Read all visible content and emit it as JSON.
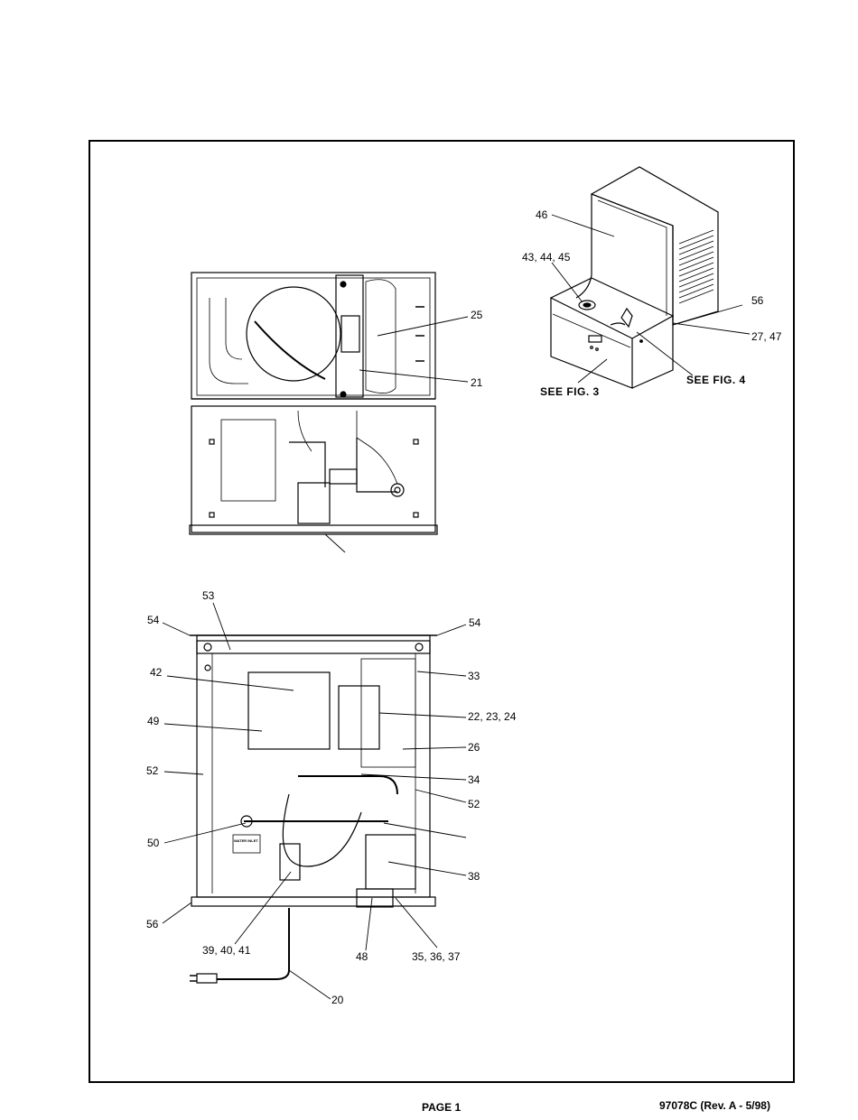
{
  "callouts": {
    "c46": "46",
    "c43_44_45": "43, 44, 45",
    "c56_top": "56",
    "c27_47": "27, 47",
    "see_fig_3": "SEE FIG. 3",
    "see_fig_4": "SEE FIG. 4",
    "c25": "25",
    "c21": "21",
    "c53": "53",
    "c54_left": "54",
    "c54_right": "54",
    "c42": "42",
    "c33": "33",
    "c22_23_24": "22, 23, 24",
    "c49": "49",
    "c26": "26",
    "c52_left": "52",
    "c34": "34",
    "c52_right": "52",
    "c50": "50",
    "c38": "38",
    "c56_bottom": "56",
    "c39_40_41": "39, 40, 41",
    "c48": "48",
    "c35_36_37": "35, 36, 37",
    "c20": "20"
  },
  "equipment_labels": {
    "water_inlet": "WATER INLET"
  },
  "footer": {
    "page": "PAGE 1",
    "doc_number": "97078C (Rev. A - 5/98)"
  }
}
